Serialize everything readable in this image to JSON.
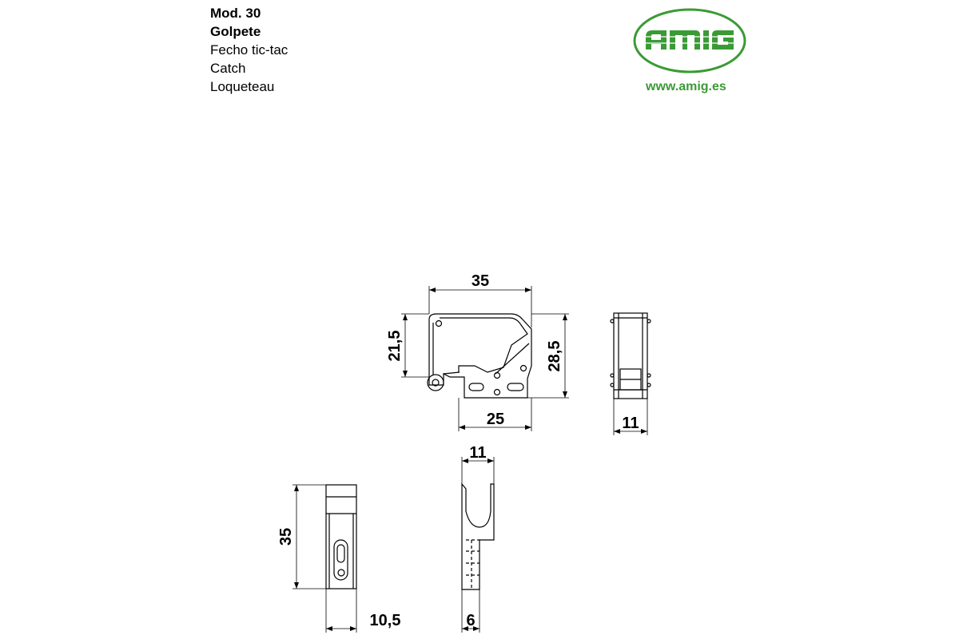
{
  "header": {
    "model": "Mod. 30",
    "name_es": "Golpete",
    "desc_es": "Fecho tic-tac",
    "desc_en": "Catch",
    "desc_fr": "Loqueteau"
  },
  "logo": {
    "text": "AMIG",
    "color": "#3a9b35"
  },
  "website": "www.amig.es",
  "dimensions": {
    "catch_width": "35",
    "catch_height_left": "21,5",
    "catch_height_right": "28,5",
    "catch_base": "25",
    "catch_side_width": "11",
    "strike_height": "35",
    "strike_width": "10,5",
    "strike_profile_top": "11",
    "strike_profile_base": "6"
  }
}
